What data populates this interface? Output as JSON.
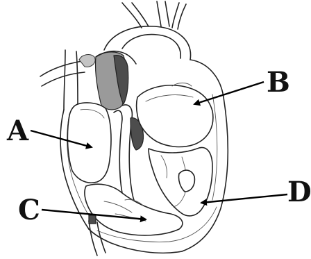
{
  "labels": {
    "a": "A",
    "b": "B",
    "c": "C",
    "d": "D"
  },
  "colors": {
    "ink": "#222222",
    "shade_dark": "#4d4d4d",
    "shade_mid": "#9a9a9a",
    "shade_light": "#c4c4c4",
    "background": "#ffffff"
  }
}
